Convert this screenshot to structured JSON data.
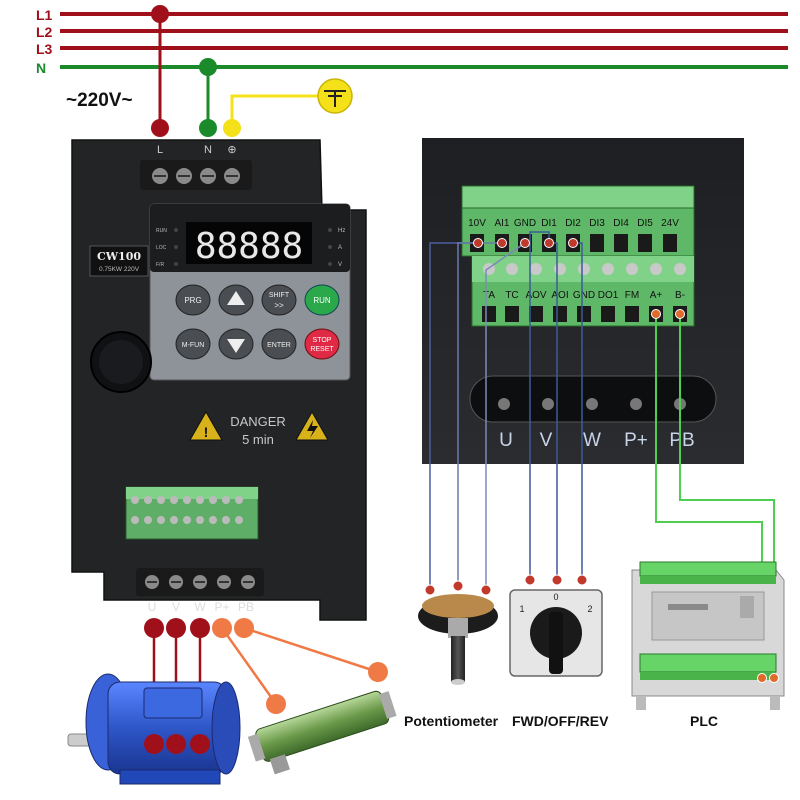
{
  "colors": {
    "line_red": "#a0101a",
    "neutral_green": "#1a8a2a",
    "earth_yellow": "#f4e11a",
    "drive_body": "#222426",
    "terminal_green": "#6ecb78",
    "signal_blue": "#3d5a9a",
    "plc_green": "#66d466",
    "motor_blue": "#2e56c8",
    "resistor_orange": "#f07a45"
  },
  "power_lines": [
    "L1",
    "L2",
    "L3",
    "N"
  ],
  "supply_voltage": "~220V~",
  "input_terminals": [
    "L",
    "N",
    "⊕"
  ],
  "drive": {
    "model": "CW100",
    "rating": "0.75KW 220V",
    "display_digits": "88888",
    "status_left": [
      "RUN",
      "LOC",
      "F/R"
    ],
    "status_right": [
      "Hz",
      "A",
      "V"
    ],
    "keys": {
      "prg": "PRG",
      "shift": "SHIFT",
      "run": "RUN",
      "mfun": "M-FUN",
      "enter": "ENTER",
      "stop": "STOP",
      "reset": "RESET"
    },
    "danger_title": "DANGER",
    "danger_time": "5 min"
  },
  "output_terminals": [
    "U",
    "V",
    "W",
    "P+",
    "PB"
  ],
  "control_terminals_top": [
    "10V",
    "AI1",
    "GND",
    "DI1",
    "DI2",
    "DI3",
    "DI4",
    "DI5",
    "24V"
  ],
  "control_terminals_bottom": [
    "TA",
    "TC",
    "AOV",
    "AOI",
    "GND",
    "DO1",
    "FM",
    "A+",
    "B-"
  ],
  "inset_power_labels": [
    "U",
    "V",
    "W",
    "P+",
    "PB"
  ],
  "selector_positions": [
    "1",
    "0",
    "2"
  ],
  "device_labels": {
    "potentiometer": "Potentiometer",
    "switch": "FWD/OFF/REV",
    "plc": "PLC"
  }
}
